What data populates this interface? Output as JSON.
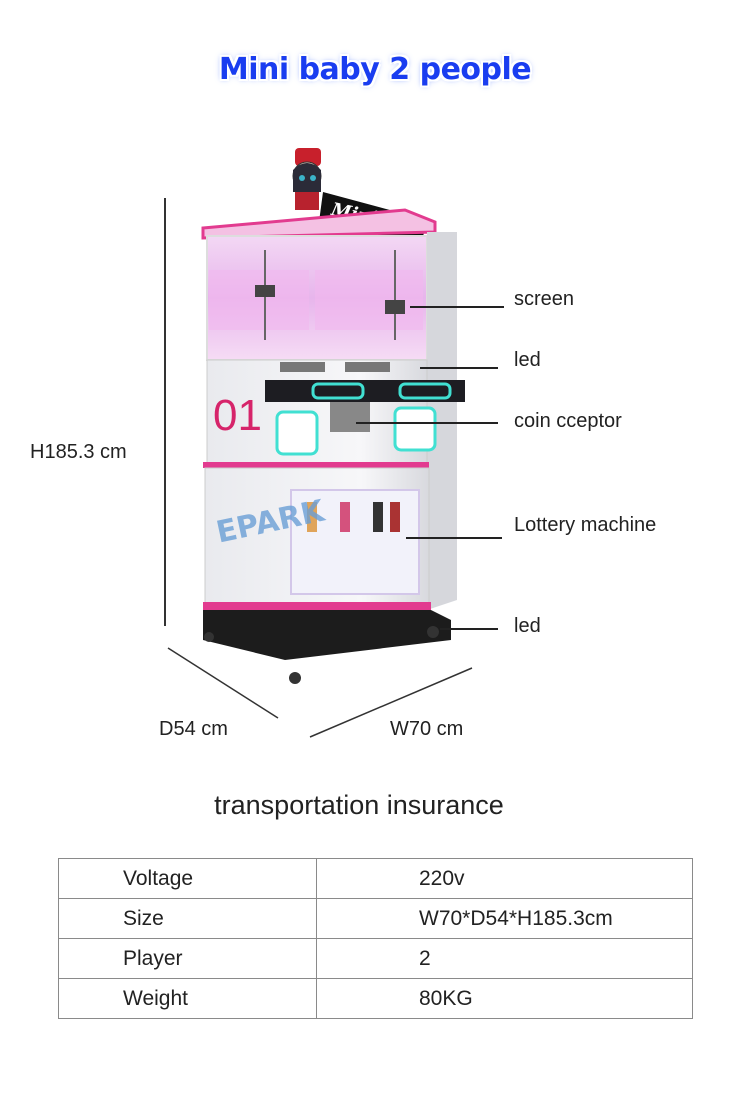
{
  "title": "Mini baby 2 people",
  "dimensions": {
    "height": "H185.3 cm",
    "depth": "D54 cm",
    "width": "W70 cm"
  },
  "callouts": [
    "screen",
    "led",
    "coin cceptor",
    "Lottery machine",
    "led"
  ],
  "machine": {
    "number": "01",
    "logo": "Mini Baby II",
    "brand": "EPARK"
  },
  "subtitle": "transportation insurance",
  "specs": [
    {
      "key": "Voltage",
      "value": "220v"
    },
    {
      "key": "Size",
      "value": "W70*D54*H185.3cm"
    },
    {
      "key": "Player",
      "value": "2"
    },
    {
      "key": "Weight",
      "value": "80KG"
    }
  ],
  "colors": {
    "title": "#1a3df0",
    "accent_pink": "#e23b8f"
  }
}
